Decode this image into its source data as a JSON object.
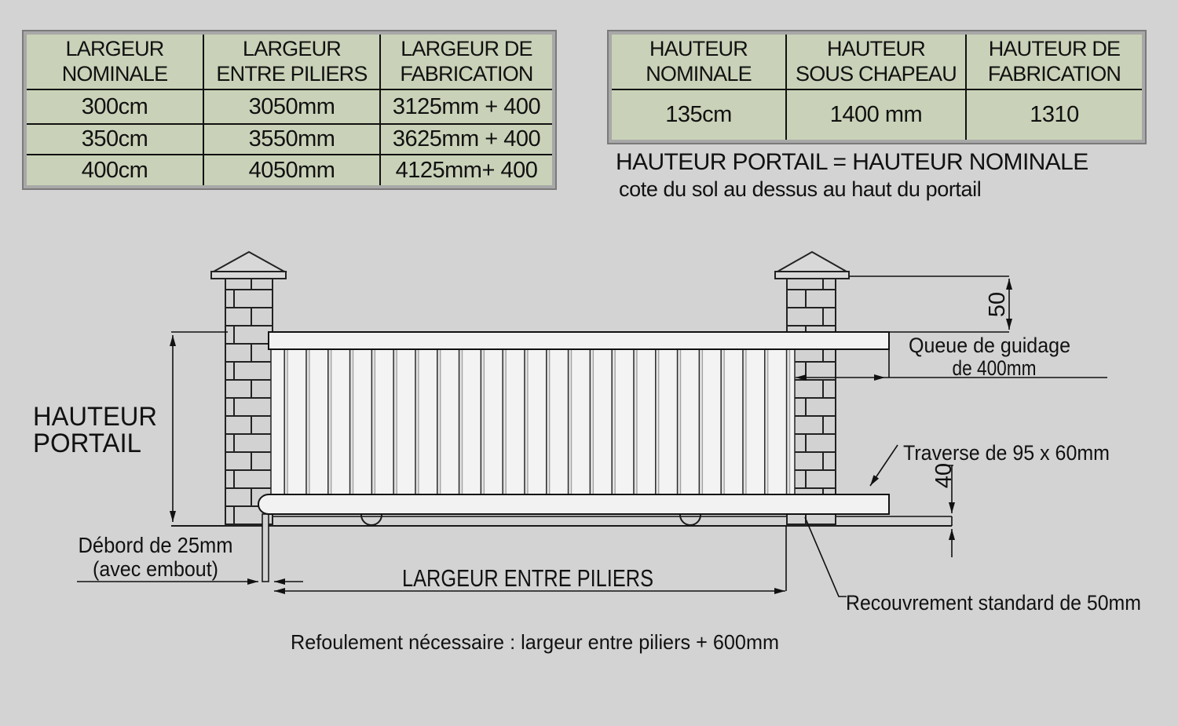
{
  "tables": {
    "largeur": {
      "headers": [
        "LARGEUR\nNOMINALE",
        "LARGEUR\nENTRE PILIERS",
        "LARGEUR DE\nFABRICATION"
      ],
      "rows": [
        [
          "300cm",
          "3050mm",
          "3125mm + 400"
        ],
        [
          "350cm",
          "3550mm",
          "3625mm + 400"
        ],
        [
          "400cm",
          "4050mm",
          "4125mm+ 400"
        ]
      ]
    },
    "hauteur": {
      "headers": [
        "HAUTEUR\nNOMINALE",
        "HAUTEUR\nSOUS CHAPEAU",
        "HAUTEUR DE\nFABRICATION"
      ],
      "rows": [
        [
          "135cm",
          "1400 mm",
          "1310"
        ]
      ]
    }
  },
  "caption": {
    "line1": "HAUTEUR PORTAIL = HAUTEUR NOMINALE",
    "line2": "cote du sol au dessus au haut du portail"
  },
  "diagram": {
    "labels": {
      "hauteur_portail_line1": "HAUTEUR",
      "hauteur_portail_line2": "PORTAIL",
      "debord_line1": "Débord de 25mm",
      "debord_line2": "(avec embout)",
      "largeur_entre_piliers": "LARGEUR ENTRE PILIERS",
      "refoulement": "Refoulement nécessaire : largeur entre piliers + 600mm",
      "queue_line1": "Queue de guidage",
      "queue_line2": "de 400mm",
      "traverse": "Traverse de 95 x 60mm",
      "recouvrement": "Recouvrement standard de 50mm",
      "dim_50": "50",
      "dim_40": "40"
    }
  },
  "colors": {
    "background": "#d3d3d3",
    "table_fill": "#c9d2b8",
    "table_frame": "#a8a8a8",
    "line": "#111111",
    "rail_fill": "#f2f2f2",
    "brick_fill": "#d2d2d2"
  }
}
